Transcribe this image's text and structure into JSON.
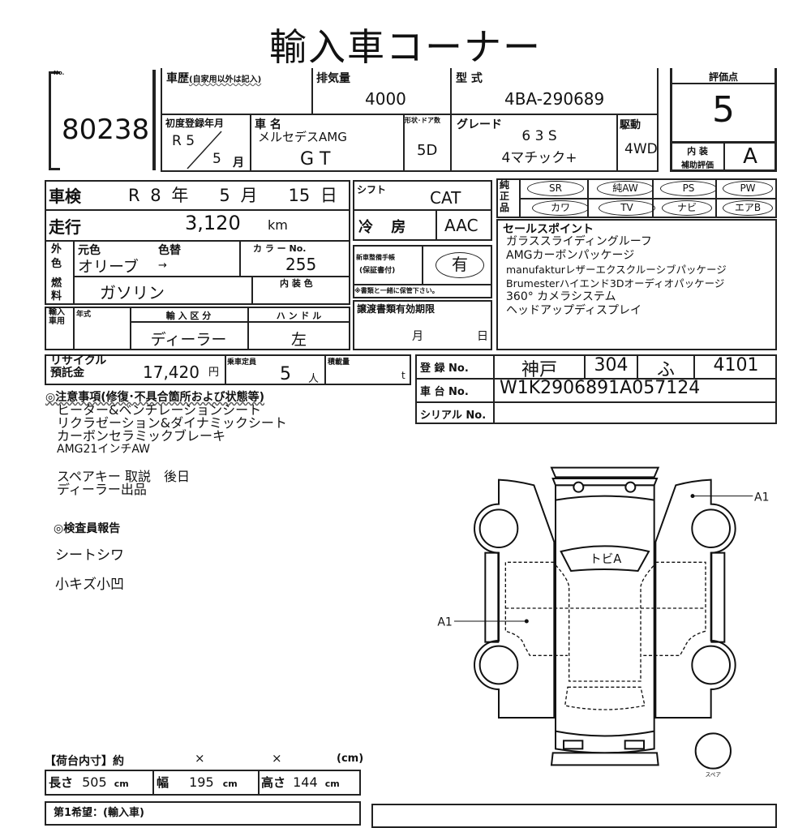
{
  "title": "輸入車コーナー",
  "lot": {
    "no_label": "No.",
    "number": "80238"
  },
  "history": {
    "label": "車歴",
    "note": "(自家用以外は記入)"
  },
  "displacement": {
    "label": "排気量",
    "value": "4000"
  },
  "model_code": {
    "label": "型 式",
    "value": "4BA-290689"
  },
  "first_reg": {
    "label": "初度登録年月",
    "year": "R 5",
    "month": "5",
    "month_unit": "月"
  },
  "car_name": {
    "label": "車 名",
    "maker": "メルセデスAMG",
    "model": "G T"
  },
  "body": {
    "label": "形状･ドア数",
    "value": "5D"
  },
  "grade": {
    "label": "グレード",
    "line1": "6 3 S",
    "line2": "4マチック+"
  },
  "drive": {
    "label": "駆動",
    "value": "4WD"
  },
  "score": {
    "label": "評価点",
    "value": "5",
    "interior_label1": "内 装",
    "interior_label2": "補助評価",
    "interior_value": "A"
  },
  "inspection": {
    "label": "車検",
    "era": "R",
    "year": "8",
    "year_unit": "年",
    "month": "5",
    "month_unit": "月",
    "day": "15",
    "day_unit": "日"
  },
  "mileage": {
    "label": "走行",
    "value": "3,120",
    "unit": "km"
  },
  "color": {
    "label1": "外",
    "label2": "色",
    "orig_label": "元色",
    "change_label": "色替",
    "value": "オリーブ",
    "arrow": "→",
    "code_label": "カ ラ ー No.",
    "code": "255"
  },
  "fuel": {
    "label1": "燃",
    "label2": "料",
    "value": "ガソリン",
    "interior_color_label": "内 装 色"
  },
  "import": {
    "label": "輸入車用",
    "year_label": "年式",
    "type_label": "輸 入 区 分",
    "type_value": "ディーラー",
    "handle_label": "ハ ン ド ル",
    "handle_value": "左"
  },
  "shift": {
    "label": "シフト",
    "value": "CAT"
  },
  "ac": {
    "label": "冷 房",
    "value": "AAC"
  },
  "service_book": {
    "label1": "新車整備手帳",
    "label2": "(保証書付)",
    "value": "有",
    "note": "※書類と一緒に保管下さい。"
  },
  "transfer": {
    "label": "譲渡書類有効期限",
    "month_unit": "月",
    "day_unit": "日"
  },
  "genuine": {
    "label": "純正品",
    "items": [
      "SR",
      "純AW",
      "PS",
      "PW",
      "カワ",
      "TV",
      "ナビ",
      "エアB"
    ]
  },
  "sales_points": {
    "label": "セールスポイント",
    "lines": [
      "ガラススライディングルーフ",
      "AMGカーボンパッケージ",
      "manufakturレザーエクスクルーシブパッケージ",
      "Brumesterハイエンド3Dオーディオパッケージ",
      "360° カメラシステム",
      "ヘッドアップディスプレイ"
    ]
  },
  "recycle": {
    "label1": "リサイクル",
    "label2": "預託金",
    "value": "17,420",
    "unit": "円"
  },
  "capacity": {
    "label": "乗車定員",
    "value": "5",
    "unit": "人"
  },
  "load": {
    "label": "積載量",
    "unit": "t"
  },
  "registration": {
    "label": "登 録 No.",
    "area": "神戸",
    "class": "304",
    "kana": "ふ",
    "number": "4101"
  },
  "chassis": {
    "label": "車 台 No.",
    "value": "W1K2906891A057124"
  },
  "serial": {
    "label": "シリアル No."
  },
  "notes": {
    "label": "◎注意事項(修復･不具合箇所および状態等)",
    "lines": [
      "ヒーター&ベンチレーションシート",
      "リクラゼーション&ダイナミックシート",
      "カーボンセラミックブレーキ",
      "AMG21インチAW"
    ],
    "lines2": [
      "スペアキー 取説　後日",
      "ディーラー出品"
    ]
  },
  "inspector": {
    "label": "◎検査員報告",
    "lines": [
      "シートシワ",
      "小キズ小凹"
    ]
  },
  "diagram": {
    "roof_label": "トビA",
    "right_door_mark": "A1",
    "left_door_mark": "A1",
    "spare_label": "スペア"
  },
  "cargo": {
    "label": "【荷台内寸】約",
    "x1": "×",
    "x2": "×",
    "unit": "(cm)"
  },
  "dims": {
    "length_label": "長さ",
    "length": "505",
    "width_label": "幅",
    "width": "195",
    "height_label": "高さ",
    "height": "144",
    "unit": "cm"
  },
  "wish": {
    "label": "第1希望：(輸入車)"
  }
}
